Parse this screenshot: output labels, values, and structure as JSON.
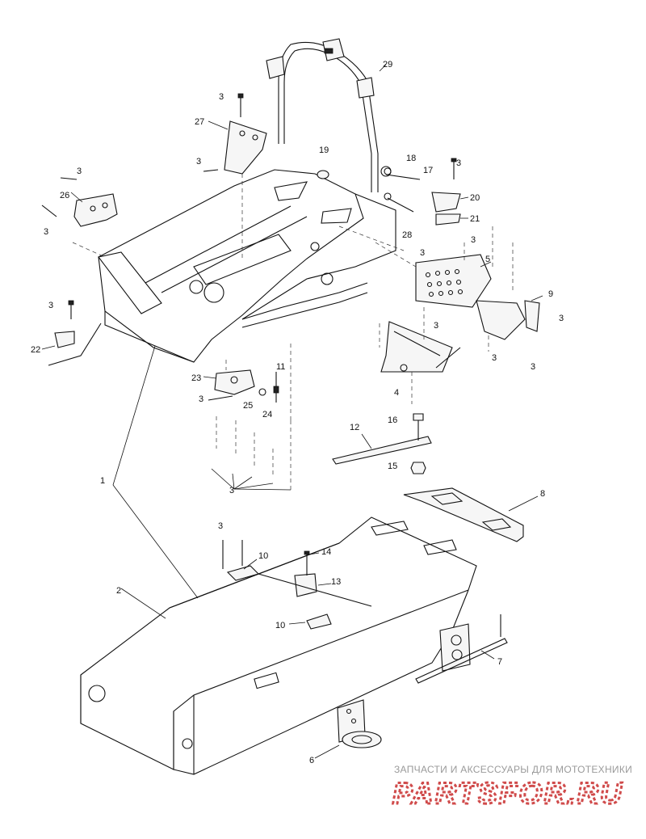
{
  "callouts": {
    "c1": "1",
    "c2": "2",
    "c3": "3",
    "c4": "4",
    "c5": "5",
    "c6": "6",
    "c7": "7",
    "c8": "8",
    "c9": "9",
    "c10": "10",
    "c11": "11",
    "c12": "12",
    "c13": "13",
    "c14": "14",
    "c15": "15",
    "c16": "16",
    "c17": "17",
    "c18": "18",
    "c19": "19",
    "c20": "20",
    "c21": "21",
    "c22": "22",
    "c23": "23",
    "c24": "24",
    "c25": "25",
    "c26": "26",
    "c27": "27",
    "c28": "28",
    "c29": "29"
  },
  "watermark": {
    "tagline": "ЗАПЧАСТИ И АКСЕССУАРЫ ДЛЯ МОТОТЕХНИКИ",
    "logo": "PARTSFOR.RU"
  }
}
